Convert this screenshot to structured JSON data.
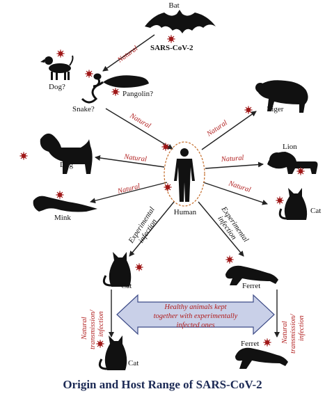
{
  "labels": {
    "bat": "Bat",
    "sars": "SARS-CoV-2",
    "dog_q": "Dog?",
    "pangolin_q": "Pangolin?",
    "snake_q": "Snake?",
    "tiger": "Tiger",
    "dog": "Dog",
    "lion": "Lion",
    "cat_right": "Cat",
    "mink": "Mink",
    "human": "Human",
    "cat_mid": "Cat",
    "ferret_mid": "Ferret",
    "ferret_bottom": "Ferret",
    "cat_bottom": "Cat"
  },
  "edges": {
    "natural": "Natural",
    "experimental": "Experimental",
    "infection": "infection",
    "natural_transmission": "Natural",
    "transmission": "transmission/",
    "infection2": "infection"
  },
  "info_box": {
    "line1": "Healthy animals kept",
    "line2": "together with experimentally",
    "line3": "infected ones"
  },
  "caption": "Origin and Host Range of SARS-CoV-2",
  "colors": {
    "virus": "#a01818",
    "arrow": "#222222",
    "dashed_oval": "#c46c2a",
    "box_fill": "#c9d0e8",
    "box_stroke": "#3c4a86"
  }
}
